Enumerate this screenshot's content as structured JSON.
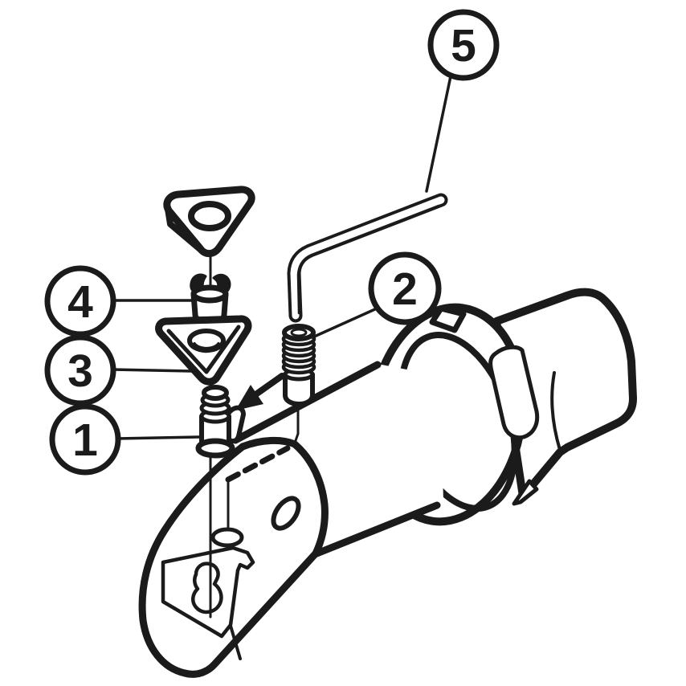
{
  "diagram": {
    "kind": "exploded-assembly-line-drawing",
    "ink_color": "#1b1b1b",
    "paper_color": "#ffffff"
  },
  "balloons": [
    {
      "label": "1"
    },
    {
      "label": "2"
    },
    {
      "label": "3"
    },
    {
      "label": "4"
    },
    {
      "label": "5"
    }
  ]
}
